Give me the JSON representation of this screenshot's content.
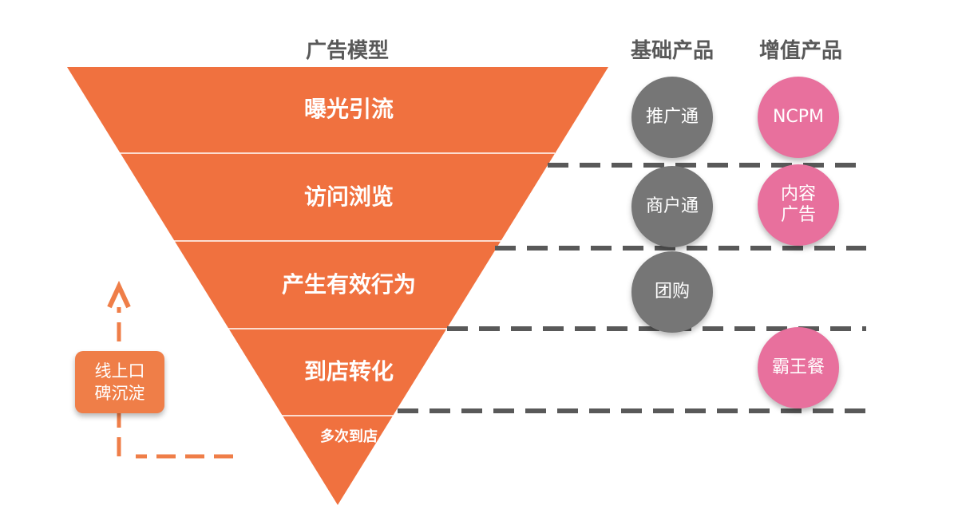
{
  "headings": {
    "model": "广告模型",
    "basic": "基础产品",
    "value_added": "增值产品"
  },
  "funnel": {
    "stages": [
      {
        "label": "曝光引流"
      },
      {
        "label": "访问浏览"
      },
      {
        "label": "产生有效行为"
      },
      {
        "label": "到店转化"
      },
      {
        "label": "多次到店"
      }
    ]
  },
  "basic_products": [
    {
      "label": "推广通"
    },
    {
      "label": "商户通"
    },
    {
      "label": "团购"
    }
  ],
  "value_added_products": [
    {
      "label": "NCPM"
    },
    {
      "label": "内容\n广告"
    },
    {
      "label": "霸王餐"
    }
  ],
  "badge": {
    "label": "线上口\n碑沉淀"
  },
  "colors": {
    "funnel": "#f0713f",
    "funnel_divider": "#ffffff",
    "badge": "#ef7e48",
    "arrow": "#ef7e48",
    "basic_circle": "#767676",
    "value_circle": "#e8709d",
    "dash_line": "#595959",
    "heading_text": "#595959"
  }
}
